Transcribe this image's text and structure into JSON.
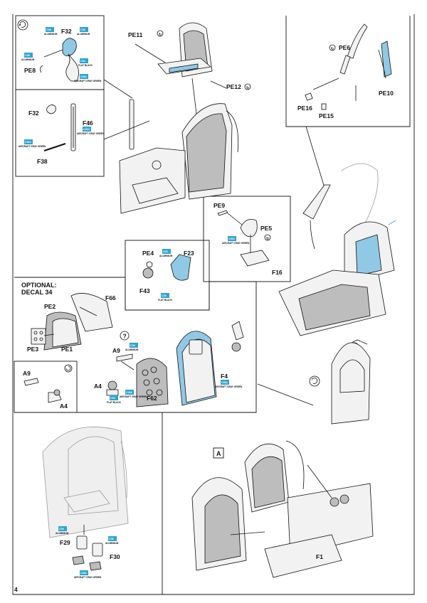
{
  "page_number": "4",
  "step_marker": "A",
  "optional_note": {
    "line1": "OPTIONAL:",
    "line2": "DECAL 34"
  },
  "part_labels": {
    "F32_top": "F32",
    "PE8": "PE8",
    "F32_mid": "F32",
    "F46": "F46",
    "F38": "F38",
    "PE11": "PE11",
    "PE12": "PE12",
    "PE6": "PE6",
    "PE16": "PE16",
    "PE15": "PE15",
    "PE10": "PE10",
    "PE9": "PE9",
    "PE5": "PE5",
    "F16": "F16",
    "PE4": "PE4",
    "F23": "F23",
    "F43": "F43",
    "F66": "F66",
    "PE2": "PE2",
    "PE3": "PE3",
    "PE1": "PE1",
    "A9_main": "A9",
    "A4_main": "A4",
    "F62": "F62",
    "F4": "F4",
    "A9_inset": "A9",
    "A4_inset": "A4",
    "F29": "F29",
    "F30": "F30",
    "F1": "F1"
  },
  "paint_callouts": {
    "aluminium_code": "C08",
    "aluminium_name": "ALUMINIUM",
    "flat_black_code": "C33",
    "flat_black_name": "FLAT BLACK",
    "aircraft_grey_green_code": "C364",
    "aircraft_grey_green_name": "AIRCRAFT GRAY GREEN"
  },
  "colors": {
    "highlight": "#2fa4cf",
    "part_fill": "#f2f2f2",
    "shadow_fill": "#bdbdbd",
    "blue_fill": "#8fc9e6",
    "ink": "#111111",
    "ghost": "#9a9a9a"
  },
  "icons": [
    "rotate-symbol-icon",
    "optional-marker-icon",
    "bend-symbol-icon"
  ]
}
